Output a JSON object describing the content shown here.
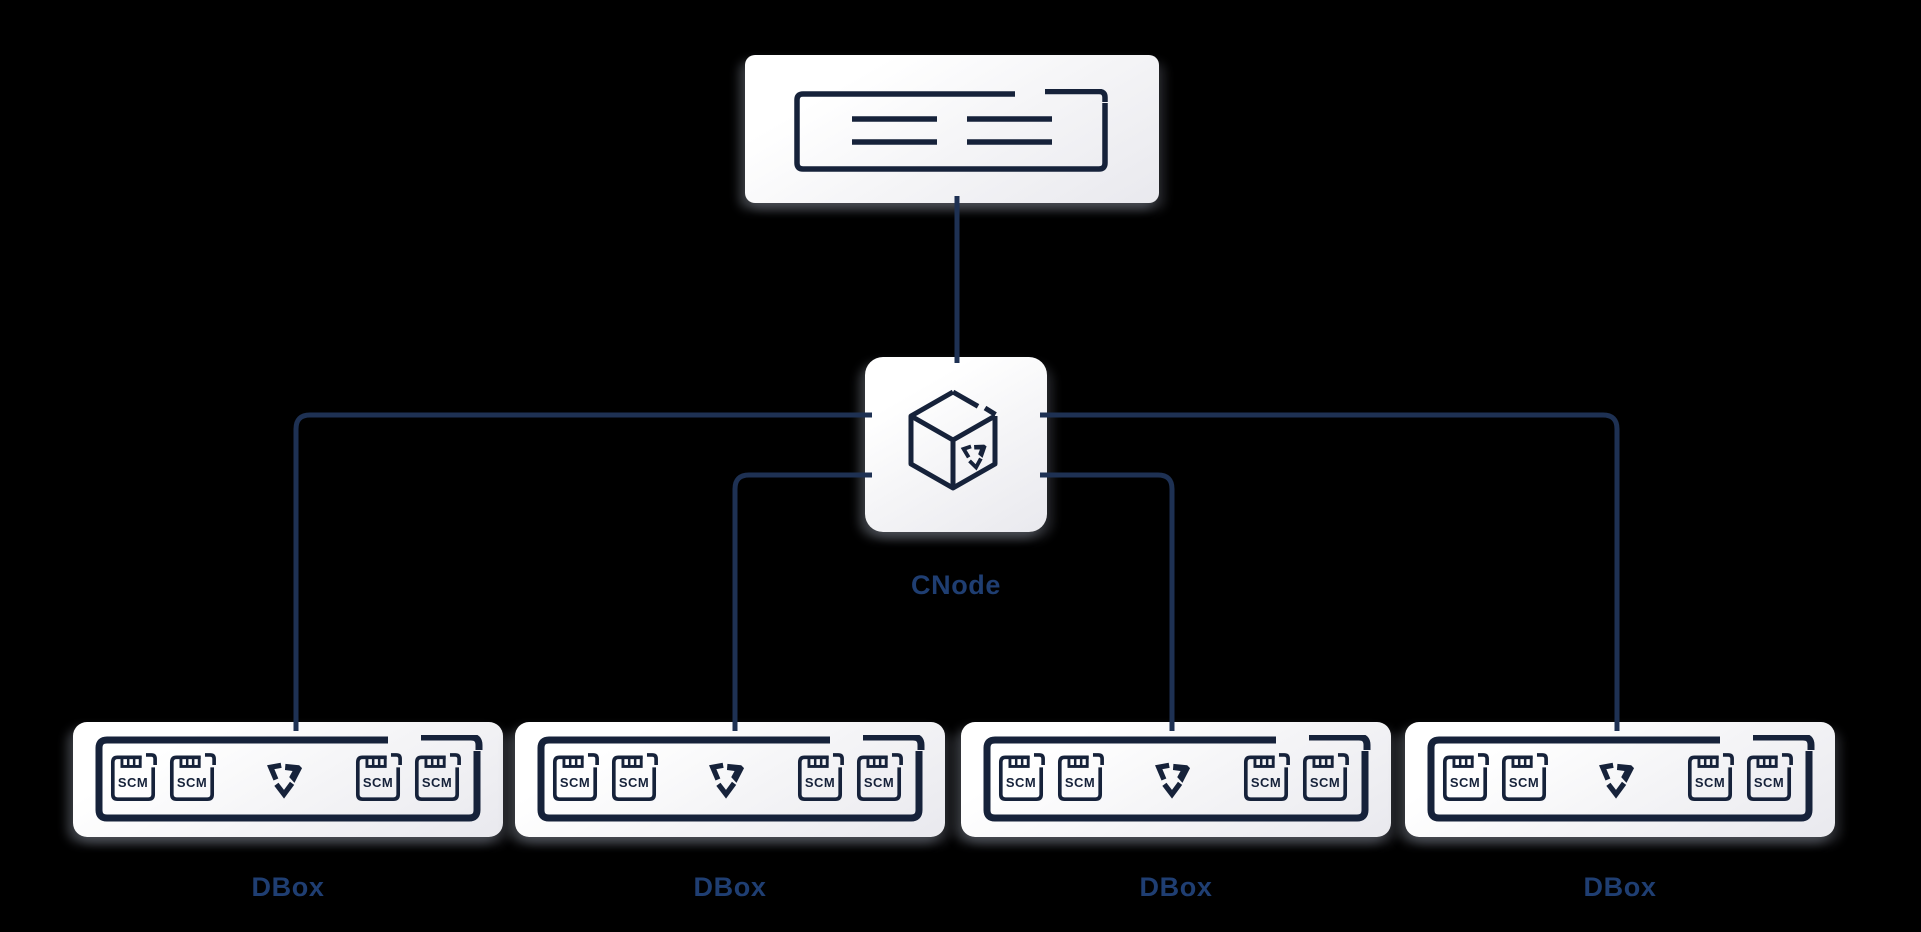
{
  "diagram": {
    "hub": {
      "label": "CNode"
    },
    "nodes": [
      {
        "label": "DBox"
      },
      {
        "label": "DBox"
      },
      {
        "label": "DBox"
      },
      {
        "label": "DBox"
      }
    ],
    "scm_badge": "SCM",
    "icons": {
      "top_node": "server-rack-icon",
      "hub_node": "package-cube-icon",
      "dbox_glyph": "triangle-arrows-icon",
      "module": "scm-module-icon"
    },
    "colors": {
      "background": "#000000",
      "ink": "#16223a",
      "connector": "#1e3153",
      "label_text": "#1f3e72",
      "node_fill": "#ffffff",
      "node_fill_shade": "#e9e9ee"
    }
  }
}
